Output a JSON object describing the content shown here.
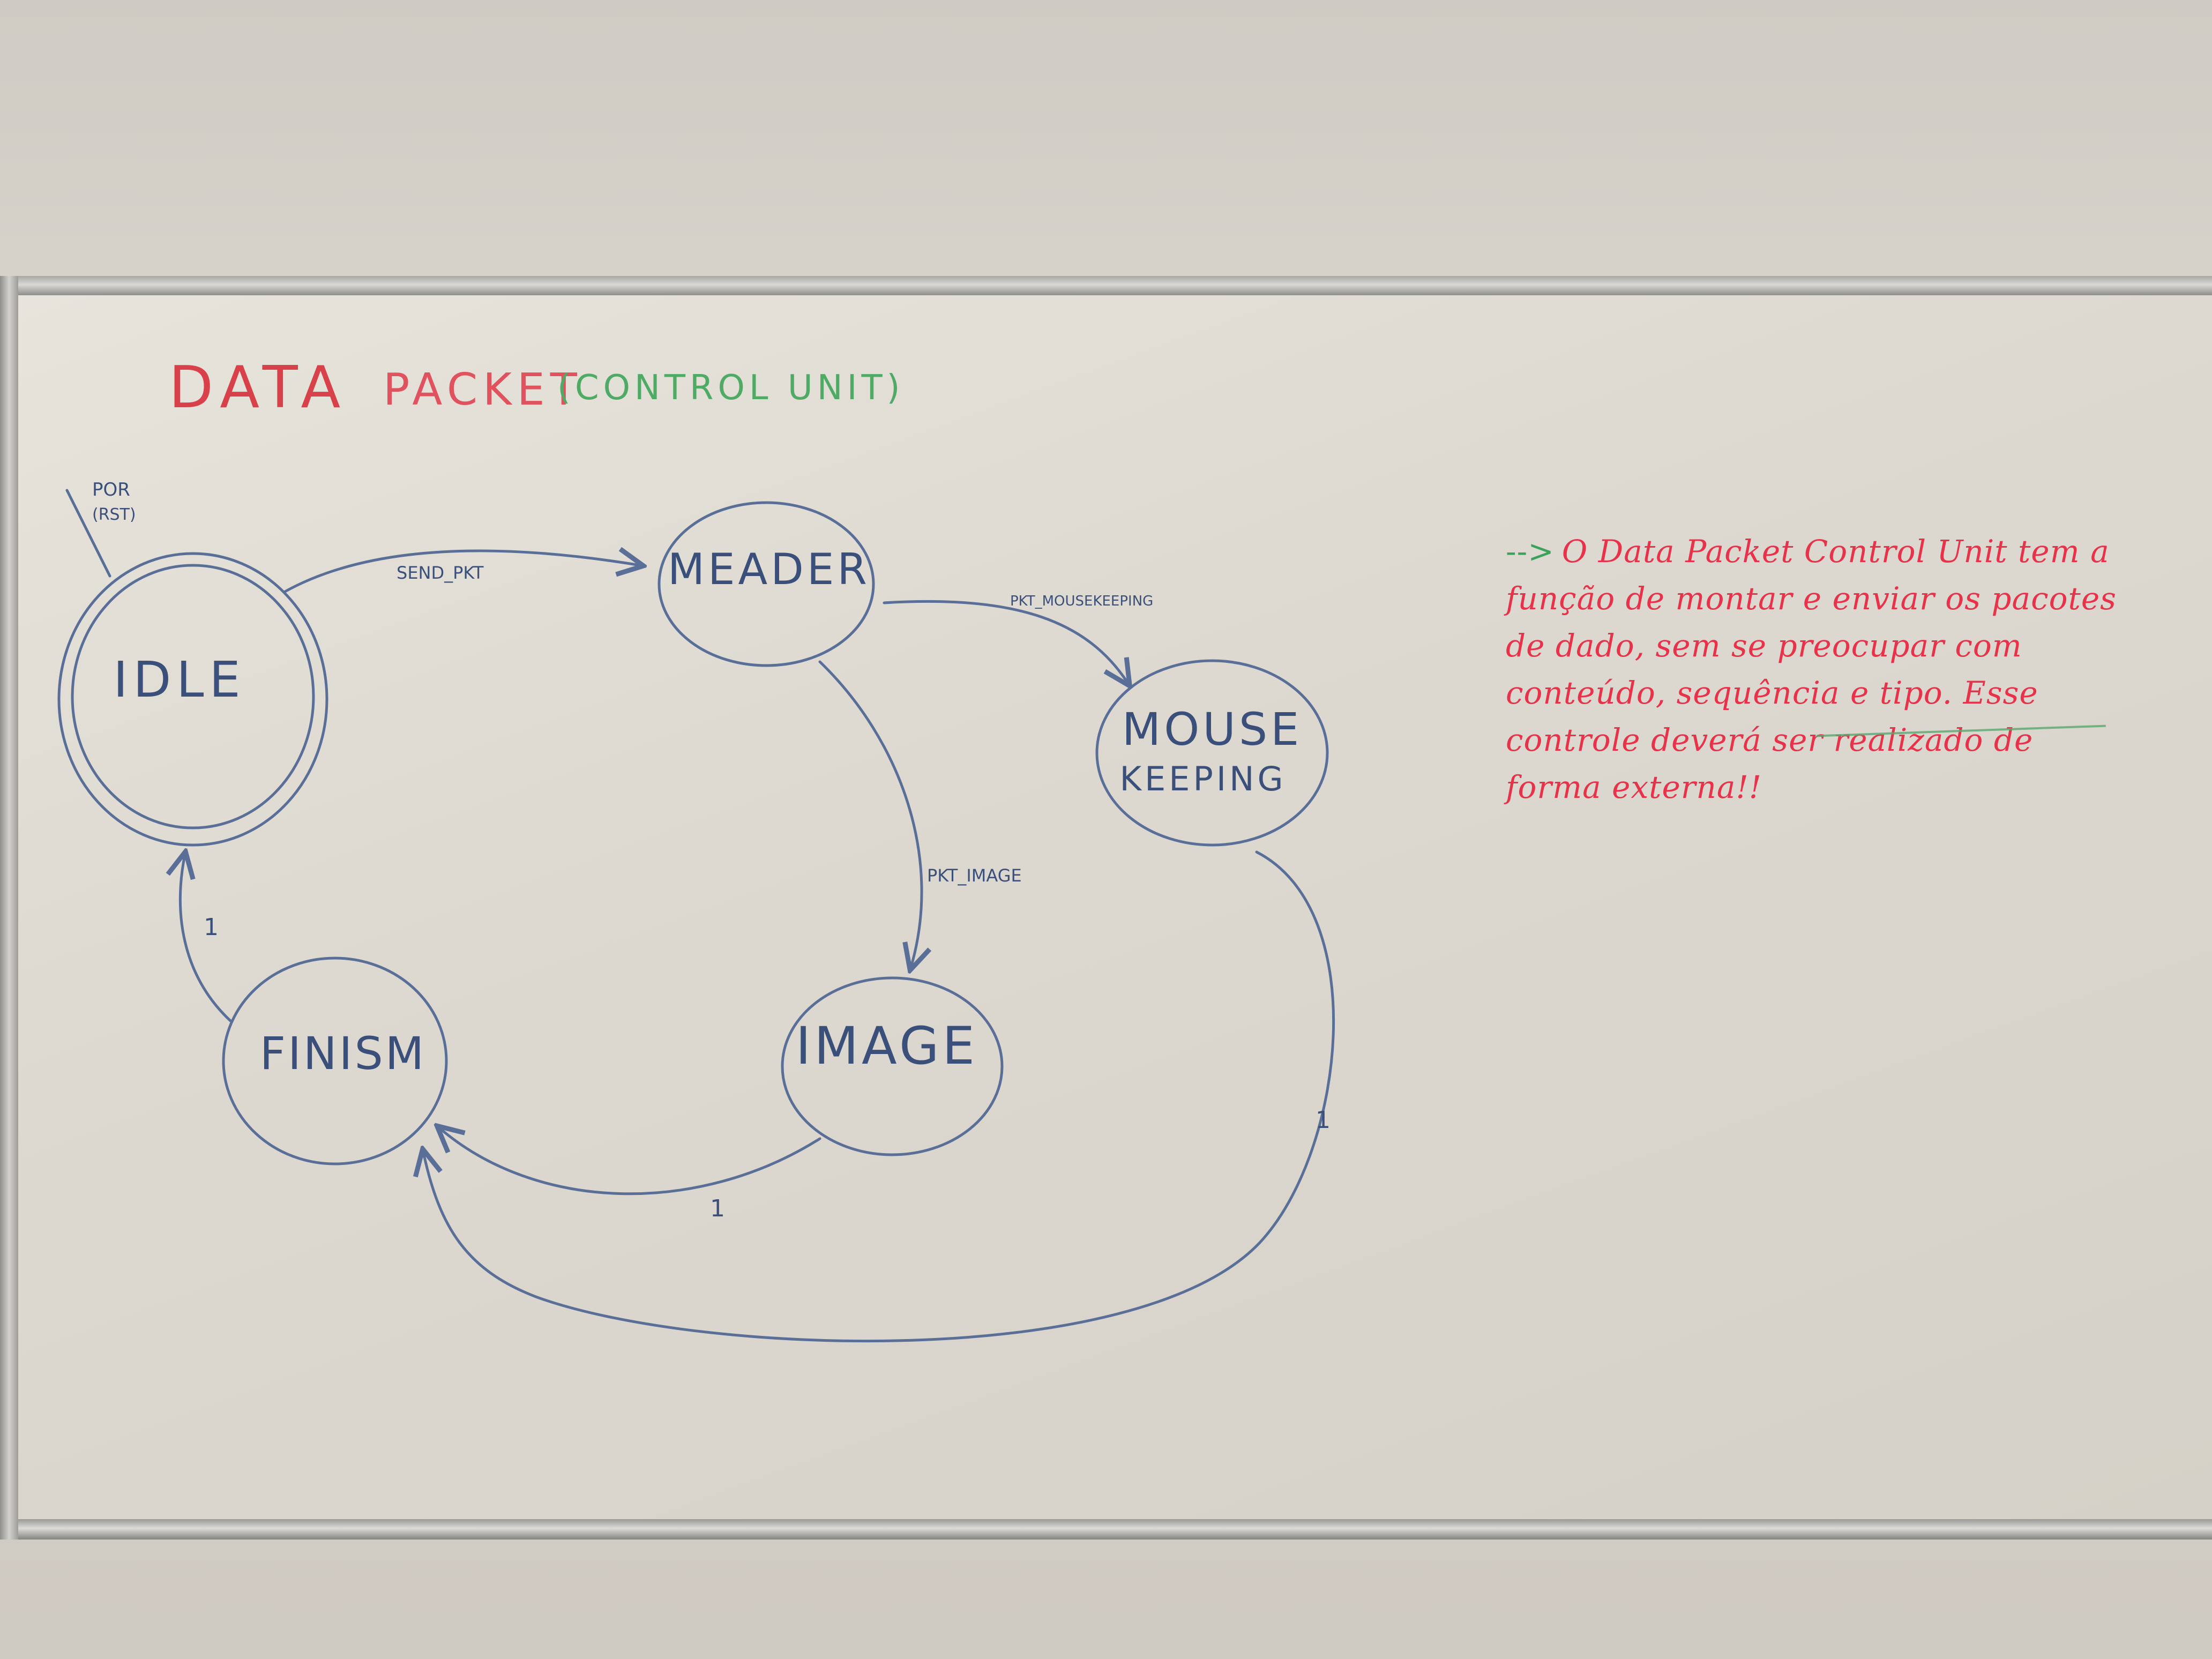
{
  "title": {
    "part1": "DATA",
    "part2": "PACKET",
    "part3": "(CONTROL UNIT)",
    "color1": "#d8414a",
    "color2": "#e0525e",
    "color3": "#4faa66"
  },
  "reset": {
    "label_line1": "POR",
    "label_line2": "(RST)"
  },
  "states": {
    "idle": "IDLE",
    "header": "MEADER",
    "housekeeping_line1": "MOUSE",
    "housekeeping_line2": "KEEPING",
    "image": "IMAGE",
    "finish": "FINISM"
  },
  "transitions": {
    "idle_to_header": "SEND_PKT",
    "header_to_housekeeping": "PKT_MOUSEKEEPING",
    "header_to_image": "PKT_IMAGE",
    "finish_to_idle": "1",
    "image_to_finish": "1",
    "housekeeping_to_finish": "1"
  },
  "note": {
    "arrow": "-->",
    "text": "O Data Packet Control Unit tem a função de montar e enviar os pacotes de dado, sem se preocupar com conteúdo, sequência e tipo. Esse controle deverá ser realizado de forma externa!!"
  },
  "colors": {
    "ink_blue": "#3a4f7a",
    "ink_red": "#e8324a",
    "ink_green": "#3aa35a"
  }
}
